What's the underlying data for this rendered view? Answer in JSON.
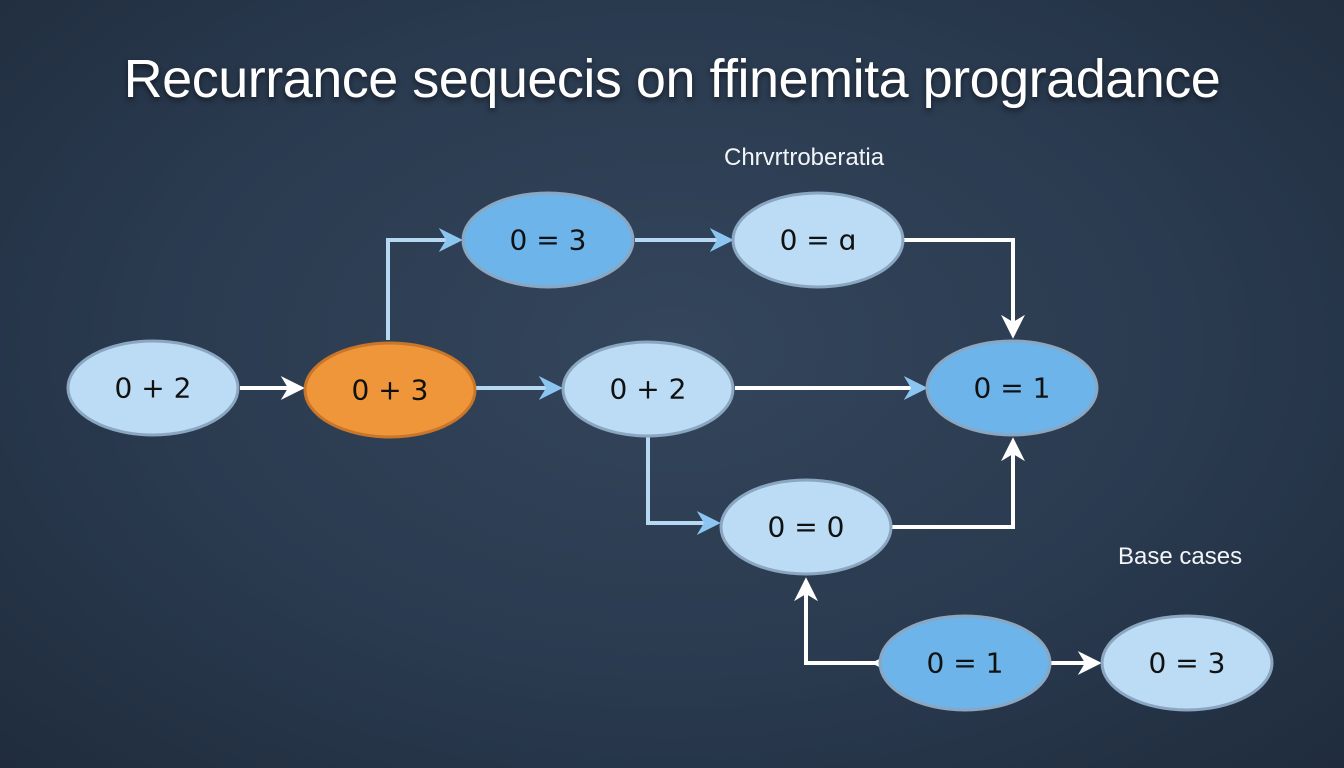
{
  "title": "Recurrance sequecis  on ffinemita progradance",
  "labels": {
    "top": "Chrvrtroberatia",
    "base_cases": "Base cases"
  },
  "colors": {
    "light": "#bcdcf5",
    "medium": "#6db4ea",
    "orange": "#f0963a",
    "border": "#8aa6c0"
  },
  "nodes": [
    {
      "id": "n1",
      "text": "0 + 2",
      "style": "light"
    },
    {
      "id": "n2",
      "text": "0 + 3",
      "style": "orange"
    },
    {
      "id": "n3",
      "text": "0 = 3",
      "style": "medium"
    },
    {
      "id": "n4",
      "text": "0 = ɑ",
      "style": "light"
    },
    {
      "id": "n5",
      "text": "0 + 2",
      "style": "light"
    },
    {
      "id": "n6",
      "text": "0 = 1",
      "style": "medium"
    },
    {
      "id": "n7",
      "text": "0 = 0",
      "style": "light"
    },
    {
      "id": "n8",
      "text": "0 = 1",
      "style": "medium"
    },
    {
      "id": "n9",
      "text": "0 = 3",
      "style": "light"
    }
  ],
  "edges": [
    {
      "from": "n1",
      "to": "n2"
    },
    {
      "from": "n2",
      "to": "n3"
    },
    {
      "from": "n2",
      "to": "n5"
    },
    {
      "from": "n3",
      "to": "n4"
    },
    {
      "from": "n4",
      "to": "n6"
    },
    {
      "from": "n5",
      "to": "n6"
    },
    {
      "from": "n5",
      "to": "n7"
    },
    {
      "from": "n7",
      "to": "n6"
    },
    {
      "from": "n8",
      "to": "n7"
    },
    {
      "from": "n8",
      "to": "n9"
    }
  ]
}
